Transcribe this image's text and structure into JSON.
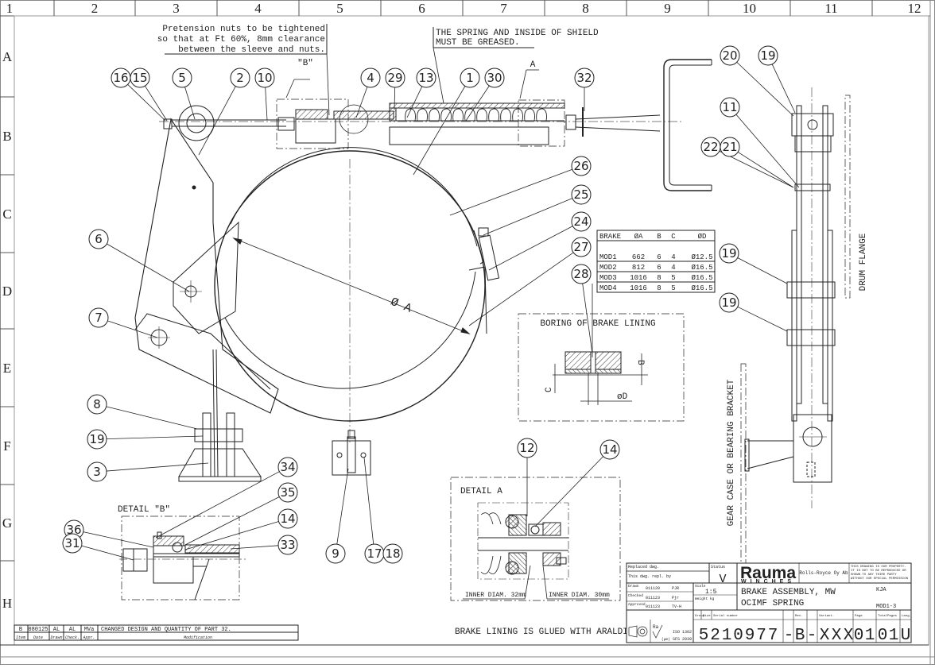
{
  "frame": {
    "columns": [
      "1",
      "2",
      "3",
      "4",
      "5",
      "6",
      "7",
      "8",
      "9",
      "10",
      "11",
      "12"
    ],
    "rows": [
      "A",
      "B",
      "C",
      "D",
      "E",
      "F",
      "G",
      "H"
    ]
  },
  "notes": {
    "pretension": [
      "Pretension nuts to be tightened",
      "so that at Ft 60%, 8mm clearance",
      "between the sleeve and nuts."
    ],
    "grease": [
      "THE SPRING AND INSIDE OF SHIELD",
      "MUST BE GREASED."
    ],
    "araldit": "BRAKE LINING IS GLUED WITH ARALDIT",
    "drum_flange": "DRUM FLANGE",
    "gear_case": "GEAR CASE OR BEARING BRACKET",
    "diameter_label": "Ø A",
    "view_b": "\"B\"",
    "view_a": "A"
  },
  "balloons": {
    "b16": "16",
    "b15": "15",
    "b5": "5",
    "b2": "2",
    "b10": "10",
    "b4": "4",
    "b29": "29",
    "b13": "13",
    "b1": "1",
    "b30": "30",
    "b32": "32",
    "b20": "20",
    "b19a": "19",
    "b11": "11",
    "b22": "22",
    "b21": "21",
    "b26": "26",
    "b25": "25",
    "b24": "24",
    "b27": "27",
    "b28": "28",
    "b6": "6",
    "b7": "7",
    "b19b": "19",
    "b19c": "19",
    "b8": "8",
    "b19d": "19",
    "b3": "3",
    "b9": "9",
    "b17": "17",
    "b18": "18",
    "b12": "12",
    "b14a": "14",
    "b34": "34",
    "b35": "35",
    "b14b": "14",
    "b33": "33",
    "b36": "36",
    "b31": "31"
  },
  "brake_table": {
    "headers": [
      "BRAKE",
      "ØA",
      "B",
      "C",
      "ØD"
    ],
    "rows": [
      [
        "MOD1",
        "662",
        "6",
        "4",
        "Ø12.5"
      ],
      [
        "MOD2",
        "812",
        "6",
        "4",
        "Ø16.5"
      ],
      [
        "MOD3",
        "1016",
        "8",
        "5",
        "Ø16.5"
      ],
      [
        "MOD4",
        "1016",
        "8",
        "5",
        "Ø16.5"
      ]
    ]
  },
  "details": {
    "boring": {
      "title": "BORING OF BRAKE LINING",
      "dim_b": "B",
      "dim_c": "C",
      "dim_d": "øD"
    },
    "detail_a": {
      "title": "DETAIL A",
      "inner32": "INNER DIAM. 32mm",
      "inner30": "INNER DIAM. 30mm"
    },
    "detail_b": {
      "title": "DETAIL \"B\""
    }
  },
  "revision": {
    "row": {
      "item": "B",
      "date": "080125",
      "drawn": "AL",
      "check": "AL",
      "appr": "MVa",
      "modification": "CHANGED DESIGN AND QUANTITY OF PART 32."
    },
    "headers": {
      "item": "Item",
      "date": "Date",
      "drawn": "Drawn",
      "check": "Check.",
      "appr": "Appr.",
      "modification": "Modification"
    }
  },
  "title_block": {
    "replaced_label": "Replaced dwg.",
    "repl_by_label": "This dwg. repl. by",
    "status_label": "Status",
    "status": "V",
    "brand_main": "Rauma",
    "brand_sub": "WINCHES",
    "company": "Rolls-Royce Oy Ab",
    "property_note": [
      "THIS DRAWING IS OUR PROPERTY.",
      "IT IS NOT TO BE REPRODUCED OR",
      "SHOWN TO ANY THIRD PARTY",
      "WITHOUT OUR SPECIAL PERMISSION"
    ],
    "drawn_label": "Drawn",
    "drawn_date": "011120",
    "drawn_by": "PJR",
    "checked_label": "Checked",
    "checked_date": "011123",
    "checked_by": "Pjr",
    "approved_label": "Approved",
    "approved_date": "011123",
    "approved_by": "TV-H",
    "scale_label": "Scale",
    "scale": "1:5",
    "weight_label": "Weight kg",
    "title1": "BRAKE ASSEMBLY, MW",
    "title2": "OCIMF SPRING",
    "code1": "KJA",
    "code2": "MOD1-3",
    "group_label": "Group",
    "size_label": "Size",
    "serial_label": "Serial number",
    "rev_label": "Rev.",
    "variant_label": "Variant.",
    "page_label": "Page",
    "total_label": "TotalPages",
    "lang_label": "Lang.",
    "roughness_label": "Ra",
    "roughness_unit": "(µm)",
    "iso": "ISO 1302",
    "sfs": "SFS 2039",
    "serial_digits": [
      "5",
      "2",
      "1",
      "0",
      "9",
      "7",
      "7"
    ],
    "dash": "-",
    "rev": "B",
    "variant": [
      "X",
      "X",
      "X"
    ],
    "page": [
      "0",
      "1"
    ],
    "total": [
      "0",
      "1"
    ],
    "lang": "U"
  }
}
